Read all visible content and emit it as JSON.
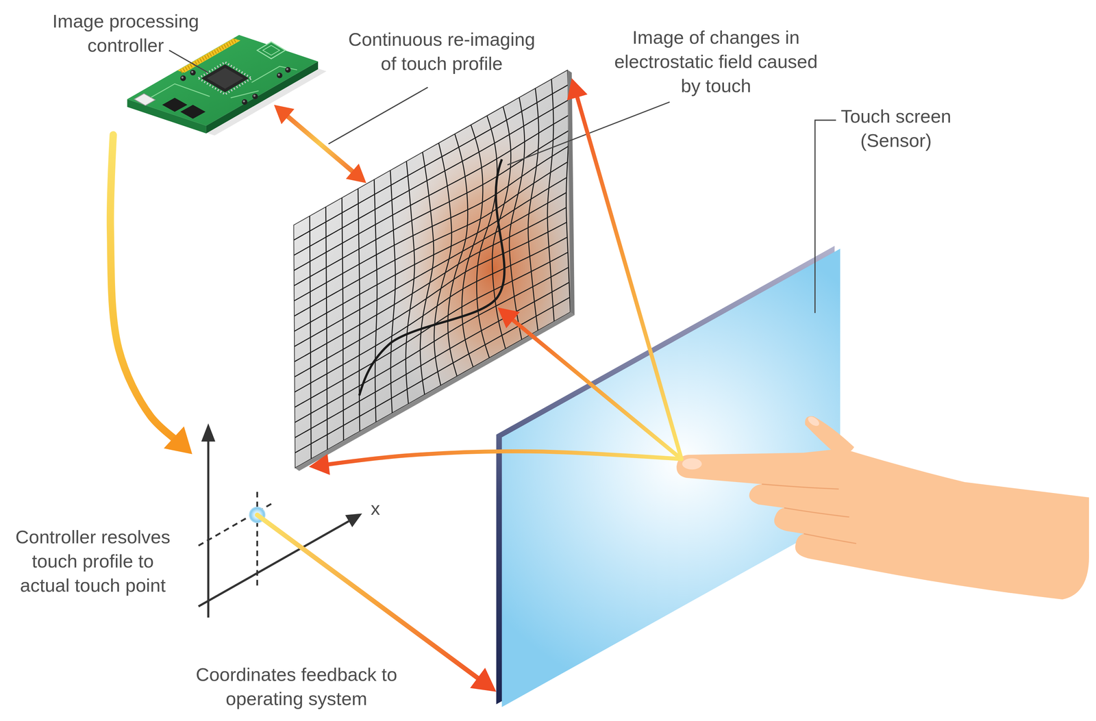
{
  "diagram": {
    "nodes": [
      {
        "text": [
          "Image processing controller"
        ]
      },
      {
        "text": [
          "Image of changes in electrostatic field caused by touch"
        ]
      },
      {
        "text": [
          "Touch screen (Sensor)"
        ]
      },
      {
        "text": [
          "Controller resolves touch profile to actual touch point"
        ]
      }
    ],
    "edges": [
      {
        "from": 0,
        "to": 1,
        "arrow": "both",
        "label": "Continuous re-imaging of touch profile"
      },
      {
        "from": 2,
        "to": 1,
        "arrow": "to"
      },
      {
        "from": 2,
        "to": 1,
        "arrow": "to"
      },
      {
        "from": 2,
        "to": 1,
        "arrow": "to"
      },
      {
        "from": 0,
        "to": 3,
        "arrow": "to"
      },
      {
        "from": 3,
        "to": 2,
        "arrow": "to",
        "label": "Coordinates feedback to operating system"
      }
    ],
    "labels": [
      "x"
    ]
  }
}
